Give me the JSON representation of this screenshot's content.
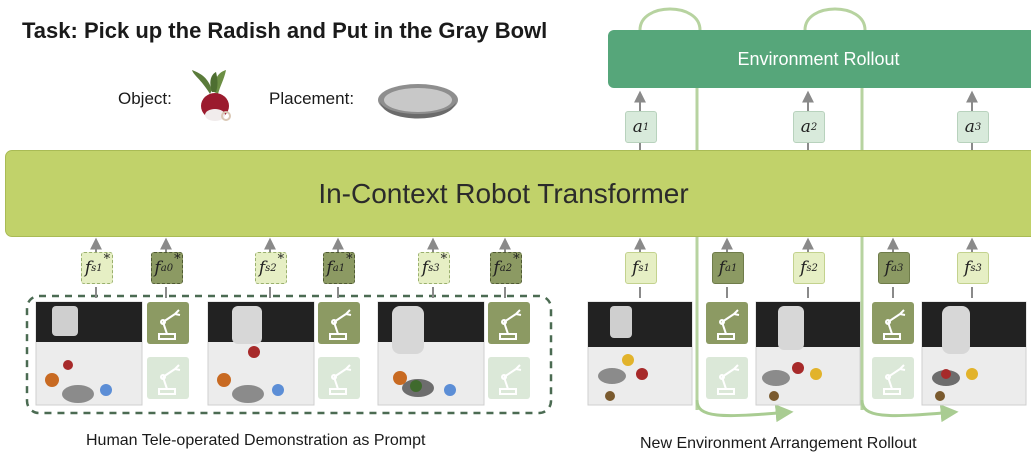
{
  "title": "Task: Pick up the Radish and Put in the Gray Bowl",
  "object_label": "Object:",
  "placement_label": "Placement:",
  "transformer_label": "In-Context Robot Transformer",
  "env_rollout_label": "Environment Rollout",
  "caption_left": "Human Tele-operated Demonstration as Prompt",
  "caption_right": "New Environment Arrangement Rollout",
  "action_tokens": [
    {
      "base": "a",
      "sub": "1"
    },
    {
      "base": "a",
      "sub": "2"
    },
    {
      "base": "a",
      "sub": "3"
    }
  ],
  "prompt_tokens": [
    {
      "base": "f",
      "sup": "1",
      "sub": "s",
      "star": "*"
    },
    {
      "base": "f",
      "sup": "0",
      "sub": "a",
      "star": "*"
    },
    {
      "base": "f",
      "sup": "2",
      "sub": "s",
      "star": "*"
    },
    {
      "base": "f",
      "sup": "1",
      "sub": "a",
      "star": "*"
    },
    {
      "base": "f",
      "sup": "3",
      "sub": "s",
      "star": "*"
    },
    {
      "base": "f",
      "sup": "2",
      "sub": "a",
      "star": "*"
    }
  ],
  "rollout_tokens": [
    {
      "base": "f",
      "sup": "1",
      "sub": "s"
    },
    {
      "base": "f",
      "sup": "1",
      "sub": "a"
    },
    {
      "base": "f",
      "sup": "2",
      "sub": "s"
    },
    {
      "base": "f",
      "sup": "3",
      "sub": "a"
    },
    {
      "base": "f",
      "sup": "3",
      "sub": "s"
    }
  ],
  "colors": {
    "transformer": "#c1d26a",
    "env_rollout": "#56a67a",
    "state_token": "#e6efc4",
    "action_feature_token": "#8c9a63",
    "action_token": "#d8eadb",
    "arrow": "#8a8a8a",
    "loop_arrow": "#b7d3a0",
    "dashed_box": "#4b6b52"
  },
  "icons": [
    "radish-icon",
    "gray-bowl-icon",
    "robot-arm-icon"
  ]
}
